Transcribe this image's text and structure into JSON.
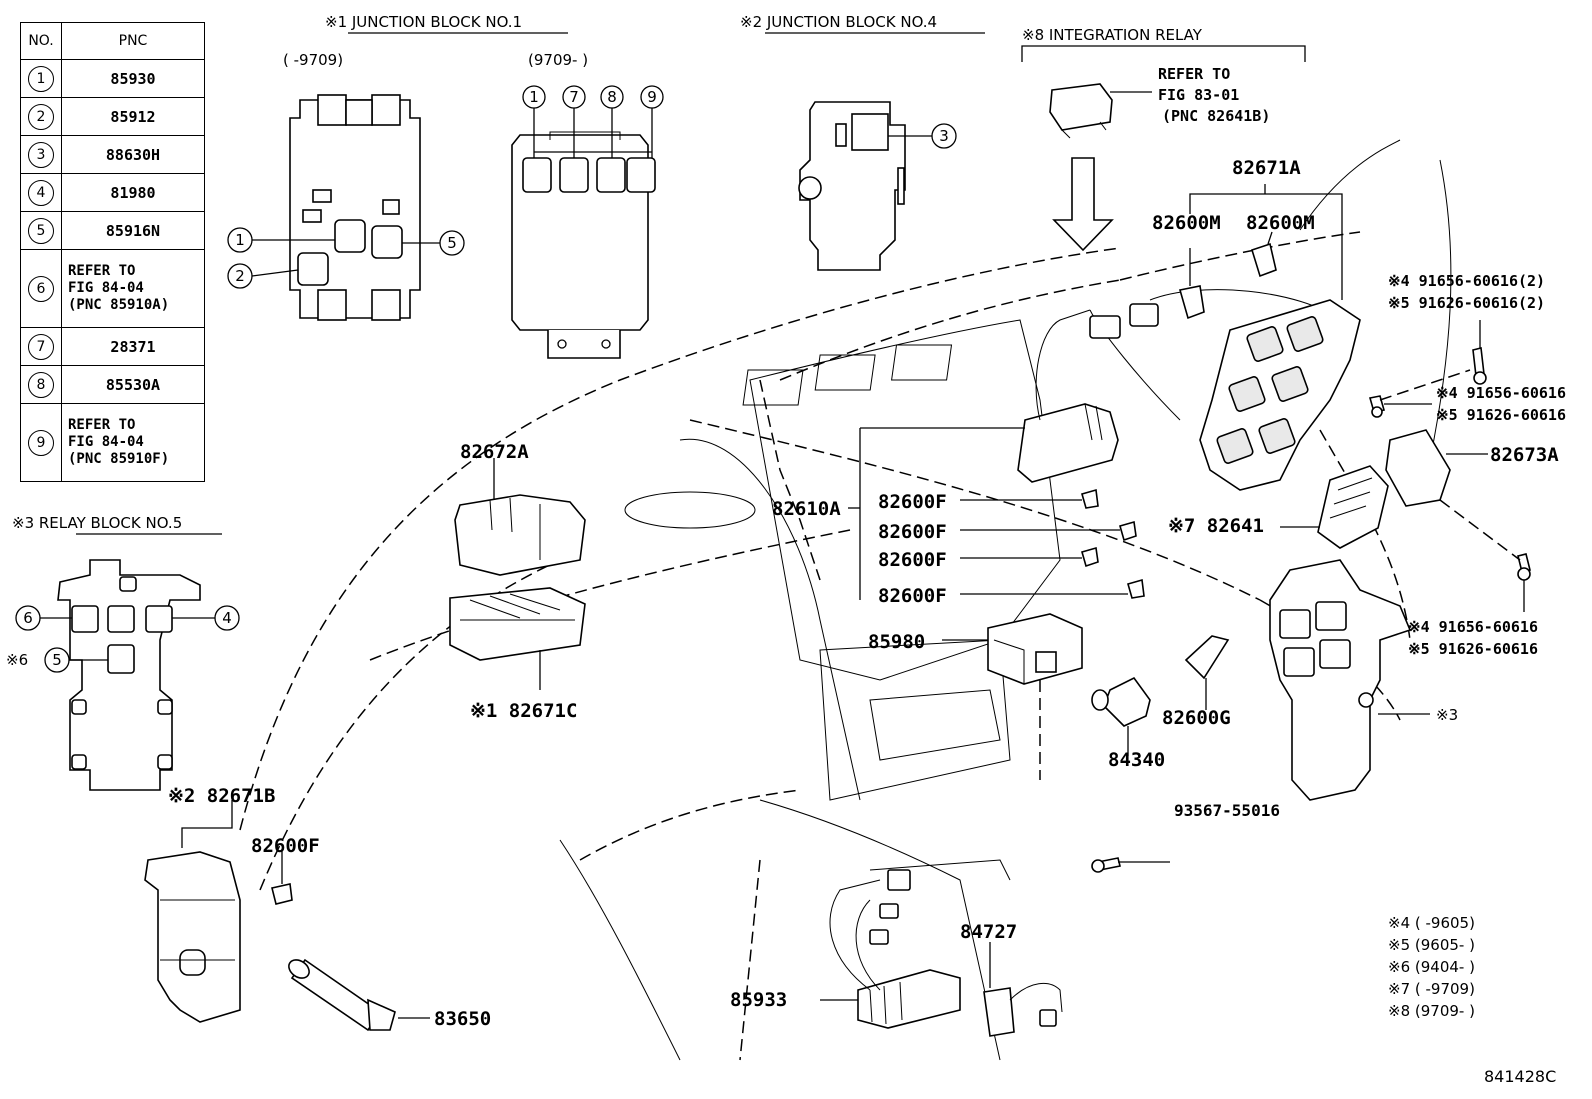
{
  "table": {
    "header_no": "NO.",
    "header_pnc": "PNC",
    "rows": [
      {
        "no": "1",
        "pnc": "85930"
      },
      {
        "no": "2",
        "pnc": "85912"
      },
      {
        "no": "3",
        "pnc": "88630H"
      },
      {
        "no": "4",
        "pnc": "81980"
      },
      {
        "no": "5",
        "pnc": "85916N"
      },
      {
        "no": "6",
        "pnc": "REFER TO\nFIG 84-04\n(PNC 85910A)"
      },
      {
        "no": "7",
        "pnc": "28371"
      },
      {
        "no": "8",
        "pnc": "85530A"
      },
      {
        "no": "9",
        "pnc": "REFER TO\nFIG 84-04\n(PNC 85910F)"
      }
    ]
  },
  "sections": {
    "jb1": "※1 JUNCTION BLOCK NO.1",
    "jb1_left_range": "(     -9709)",
    "jb1_right_range": "(9709-     )",
    "jb4": "※2 JUNCTION BLOCK NO.4",
    "relay": "※8 INTEGRATION RELAY",
    "relay_ref_1": "REFER TO",
    "relay_ref_2": "FIG 83-01",
    "relay_ref_3": "(PNC 82641B)",
    "rb5": "※3 RELAY BLOCK NO.5"
  },
  "callouts": {
    "c1": "1",
    "c2": "2",
    "c3": "3",
    "c4": "4",
    "c5": "5",
    "c6": "6",
    "c7": "7",
    "c8": "8",
    "c9": "9",
    "star6": "※6"
  },
  "labels": {
    "p82671A": "82671A",
    "p82600M_a": "82600M",
    "p82600M_b": "82600M",
    "p82672A": "82672A",
    "p82610A": "82610A",
    "p82600F_1": "82600F",
    "p82600F_2": "82600F",
    "p82600F_3": "82600F",
    "p82600F_4": "82600F",
    "p82600F_5": "82600F",
    "p82671C": "※1 82671C",
    "p82671B": "※2 82671B",
    "p82641": "※7 82641",
    "p82673A": "82673A",
    "p85980": "85980",
    "p84340": "84340",
    "p82600G": "82600G",
    "p93567": "93567-55016",
    "p84727": "84727",
    "p85933": "85933",
    "p83650": "83650",
    "bolt1a": "※4 91656-60616(2)",
    "bolt1b": "※5 91626-60616(2)",
    "bolt2a": "※4 91656-60616",
    "bolt2b": "※5 91626-60616",
    "bolt3a": "※4 91656-60616",
    "bolt3b": "※5 91626-60616",
    "star3": "※3"
  },
  "notes": [
    "※4 (     -9605)",
    "※5 (9605-     )",
    "※6 (9404-     )",
    "※7 (     -9709)",
    "※8 (9709-     )"
  ],
  "figure_id": "841428C"
}
